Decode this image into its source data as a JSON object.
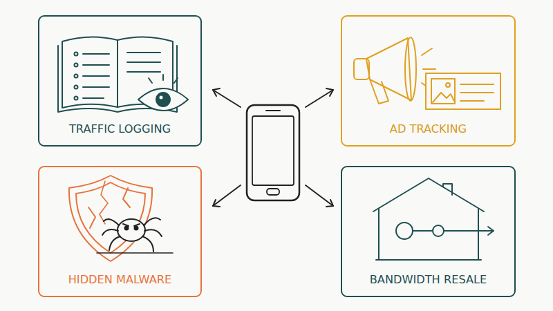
{
  "diagram": {
    "nodes": [
      {
        "text": [
          "TRAFFIC LOGGING"
        ]
      },
      {
        "text": [
          "AD TRACKING"
        ]
      },
      {
        "text": [
          "HIDDEN MALWARE"
        ]
      },
      {
        "text": [
          "BANDWIDTH RESALE"
        ]
      }
    ]
  }
}
